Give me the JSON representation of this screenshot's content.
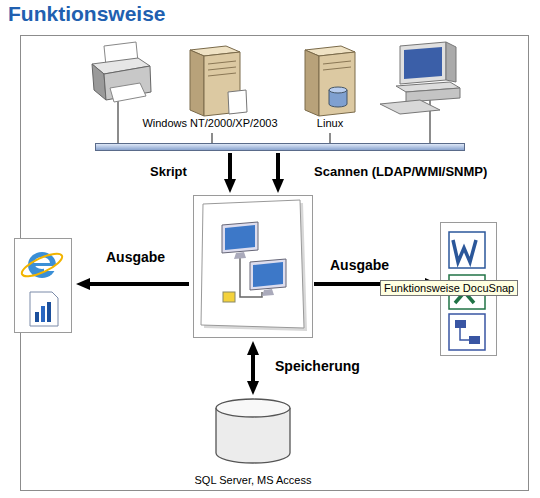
{
  "diagram": {
    "title": "Funktionsweise",
    "nodes": [
      {
        "text": [
          "Windows NT/2000/XP/2003"
        ]
      },
      {
        "text": [
          "Linux"
        ]
      },
      {
        "text": []
      },
      {
        "text": []
      },
      {
        "text": []
      },
      {
        "text": []
      },
      {
        "text": [
          "SQL Server, MS Access"
        ]
      }
    ],
    "edges": [
      {
        "from": 0,
        "to": 2,
        "arrow": "none"
      },
      {
        "from": 1,
        "to": 2,
        "arrow": "none"
      },
      {
        "from": 2,
        "to": 4,
        "label": "Skript",
        "arrow": "to"
      },
      {
        "from": 2,
        "to": 4,
        "label": "Scannen (LDAP/WMI/SNMP)",
        "arrow": "to"
      },
      {
        "from": 4,
        "to": 3,
        "label": "Ausgabe",
        "arrow": "to"
      },
      {
        "from": 4,
        "to": 5,
        "label": "Ausgabe",
        "arrow": "to"
      },
      {
        "from": 4,
        "to": 6,
        "label": "Speicherung",
        "arrow": "both"
      }
    ],
    "labels": [
      "Funktionsweise DocuSnap"
    ]
  }
}
